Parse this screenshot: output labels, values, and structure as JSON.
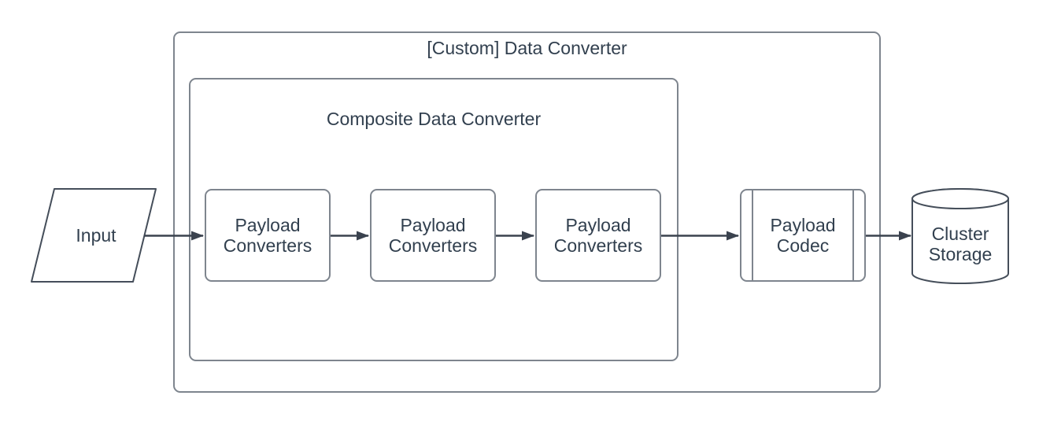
{
  "colors": {
    "background": "#ffffff",
    "border": "#7e858e",
    "shape": "#454e5a",
    "arrow": "#3a424e",
    "text": "#32404f"
  },
  "outer_container": {
    "label": "[Custom] Data Converter"
  },
  "inner_container": {
    "label": "Composite Data Converter"
  },
  "nodes": {
    "input": {
      "label": "Input",
      "shape": "parallelogram"
    },
    "converters": [
      {
        "label": "Payload Converters",
        "shape": "rounded-rectangle"
      },
      {
        "label": "Payload Converters",
        "shape": "rounded-rectangle"
      },
      {
        "label": "Payload Converters",
        "shape": "rounded-rectangle"
      }
    ],
    "codec": {
      "label": "Payload Codec",
      "shape": "process"
    },
    "storage": {
      "label": "Cluster Storage",
      "shape": "cylinder"
    }
  },
  "edges": [
    {
      "from": "input",
      "to": "converter-1"
    },
    {
      "from": "converter-1",
      "to": "converter-2"
    },
    {
      "from": "converter-2",
      "to": "converter-3"
    },
    {
      "from": "converter-3",
      "to": "codec"
    },
    {
      "from": "codec",
      "to": "storage"
    }
  ]
}
